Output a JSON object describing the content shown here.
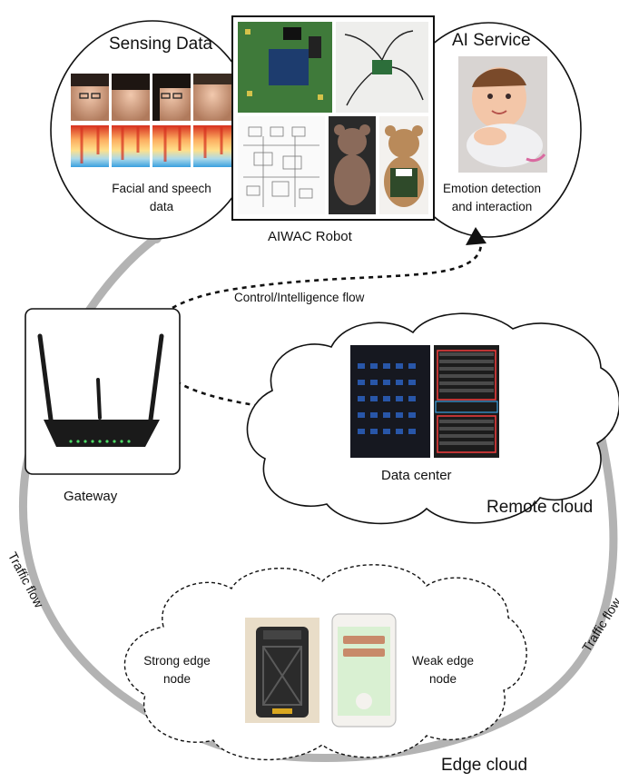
{
  "sensing": {
    "title": "Sensing Data",
    "caption_line1": "Facial and speech",
    "caption_line2": "data"
  },
  "robot": {
    "label": "AIWAC Robot"
  },
  "ai": {
    "title": "AI Service",
    "caption_line1": "Emotion detection",
    "caption_line2": "and interaction"
  },
  "flows": {
    "control": "Control/Intelligence flow",
    "traffic_left": "Traffic flow",
    "traffic_right": "Traffic flow"
  },
  "gateway": {
    "label": "Gateway"
  },
  "remote": {
    "data_center": "Data center",
    "cloud": "Remote cloud"
  },
  "edge": {
    "strong_line1": "Strong edge",
    "strong_line2": "node",
    "weak_line1": "Weak edge",
    "weak_line2": "node",
    "cloud": "Edge cloud"
  },
  "colors": {
    "traffic_arrow": "#b3b3b3",
    "outline": "#111111",
    "heatmap_red": "#d7301f",
    "heatmap_blue": "#3aa0e0",
    "server_red": "#e63b3b",
    "server_blue": "#2f6bd6",
    "router_body": "#1a1a1a",
    "router_led": "#4cd964",
    "phone_screen": "#d9f0d2"
  }
}
